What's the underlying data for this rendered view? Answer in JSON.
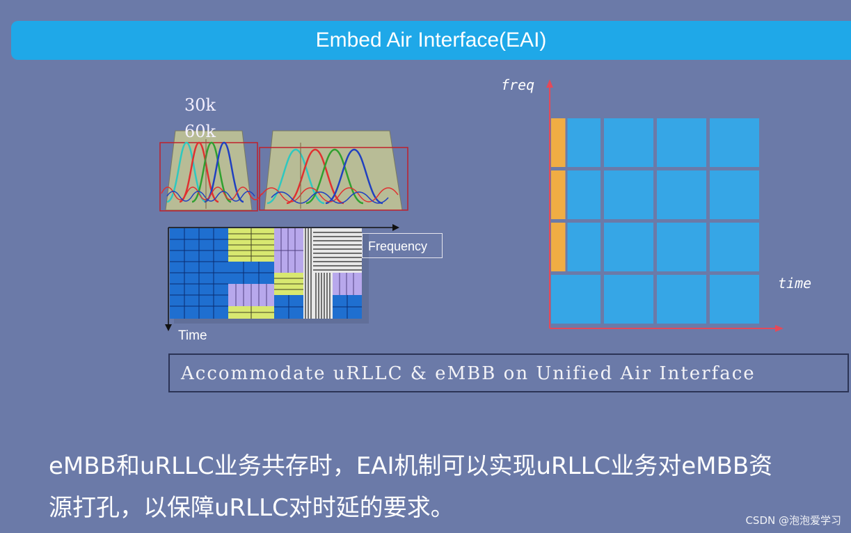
{
  "header": {
    "title": "Embed Air Interface(EAI)"
  },
  "left_diagram": {
    "scs_labels": [
      "30k",
      "60k"
    ],
    "frequency_label": "Frequency",
    "time_label": "Time"
  },
  "right_diagram": {
    "y_axis_label": "freq",
    "x_axis_label": "time",
    "grid_rows": 4,
    "grid_cols": 4,
    "urllc_punctured_rows": [
      0,
      1,
      2
    ],
    "colors": {
      "embb": "#36a6e6",
      "urllc": "#f0ad44",
      "axis": "#e34a5a"
    }
  },
  "caption": "Accommodate uRLLC & eMBB on Unified Air Interface",
  "description": {
    "line1": "eMBB和uRLLC业务共存时，EAI机制可以实现uRLLC业务对eMBB资",
    "line2": "源打孔，以保障uRLLC对时延的要求。"
  },
  "watermark": "CSDN @泡泡爱学习"
}
